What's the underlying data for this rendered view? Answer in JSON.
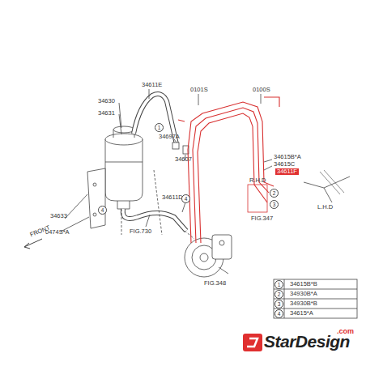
{
  "diagram": {
    "labels": [
      "34630",
      "34631",
      "34633",
      "0474S*A",
      "34611E",
      "34697A",
      "34607",
      "0101S",
      "0100S",
      "34615B*A",
      "34615C",
      "34611F",
      "R.H.D",
      "L.H.D",
      "FIG.347",
      "34611D",
      "FIG.730",
      "FIG.348",
      "FRONT",
      "1",
      "4",
      "4",
      "2",
      "3",
      "1",
      "34615B*B",
      "2",
      "34930B*A",
      "3",
      "34930B*B",
      "4",
      "34615*A",
      "StarDesign",
      ".com"
    ]
  }
}
